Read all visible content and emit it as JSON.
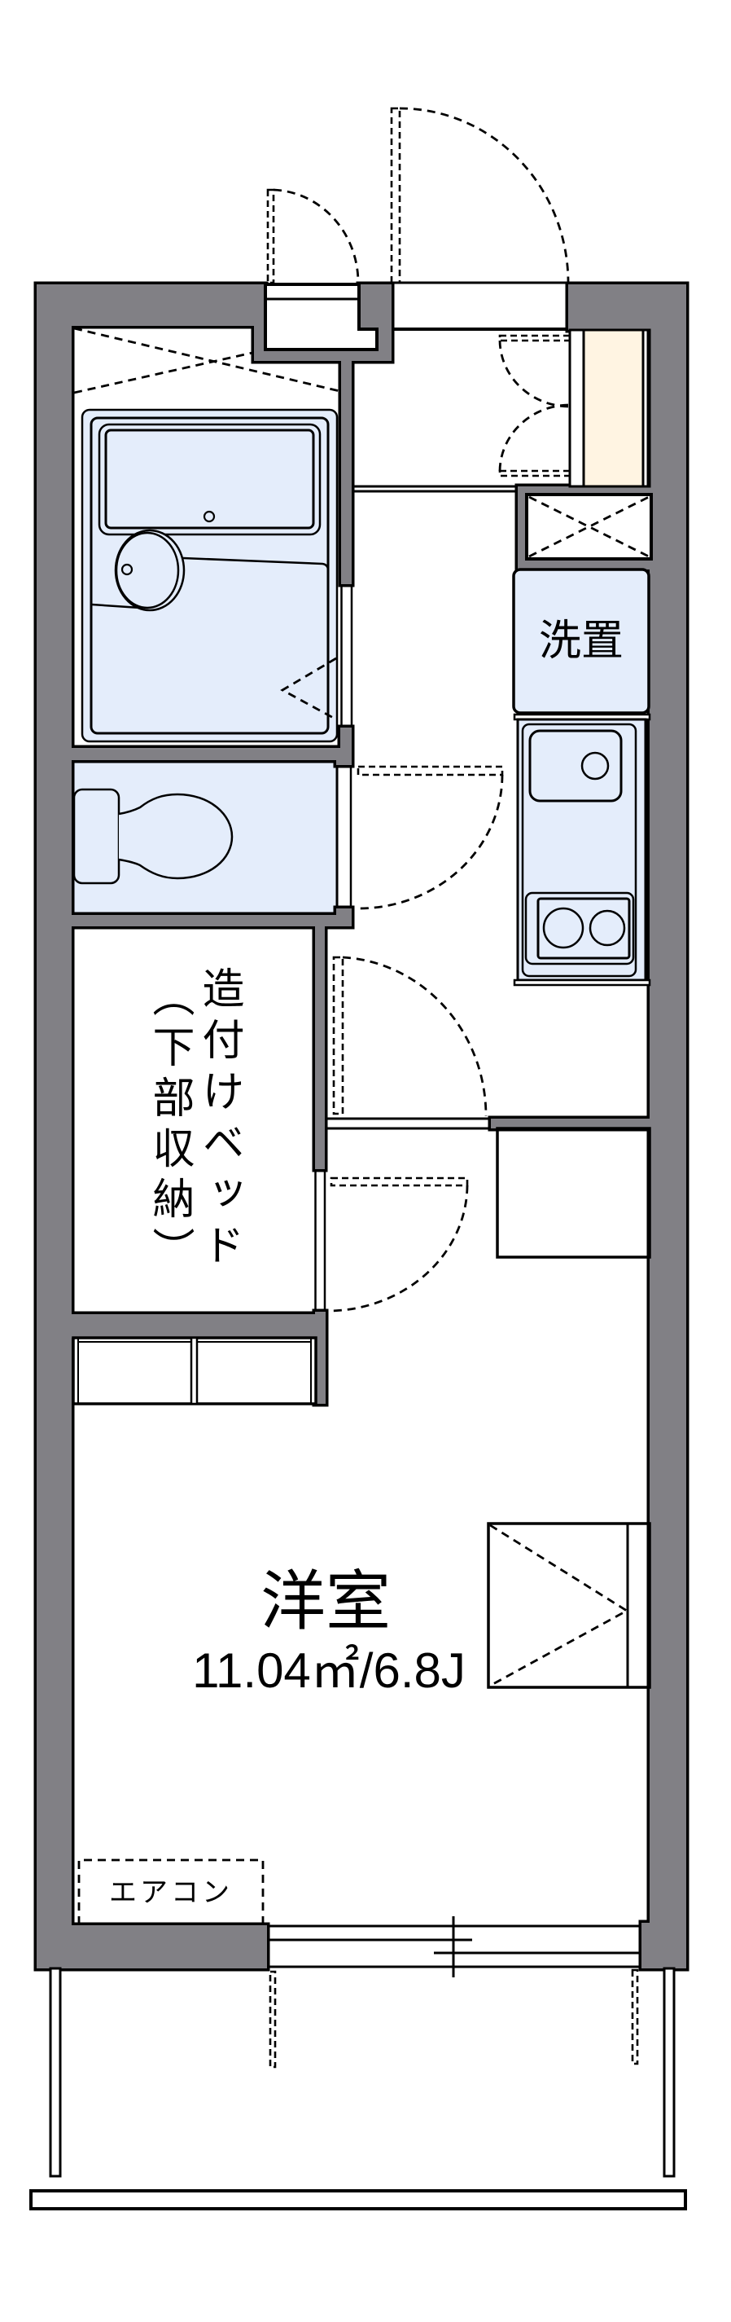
{
  "floor_plan": {
    "main_room": {
      "label": "洋室",
      "area": "11.04㎡/6.8J"
    },
    "washer_space": {
      "label": "洗置"
    },
    "built_in_bed": {
      "label": "造付けベッド",
      "note": "（下部収納）"
    },
    "air_conditioner": {
      "label": "エアコン"
    }
  },
  "colors": {
    "wall": "#818085",
    "wet_area": "#e4edfb",
    "shoe_cabinet": "#fff4e2",
    "line": "#000000"
  }
}
